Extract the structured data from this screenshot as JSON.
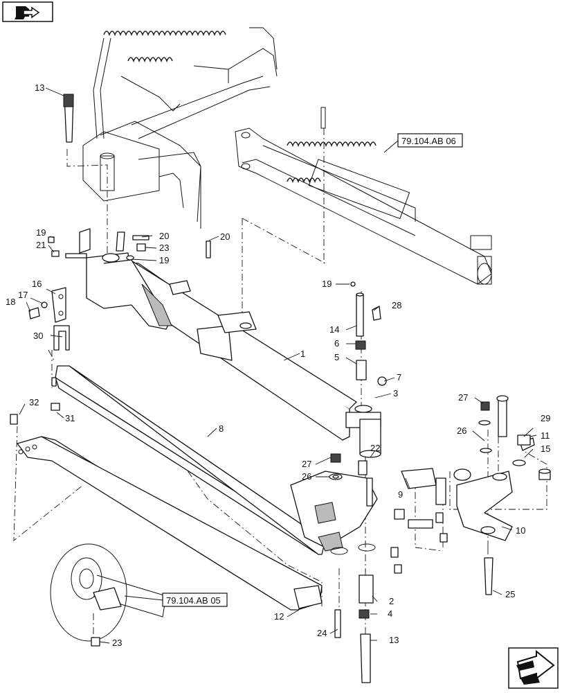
{
  "callouts": {
    "c1": "1",
    "c2": "2",
    "c3": "3",
    "c4": "4",
    "c5": "5",
    "c6": "6",
    "c7": "7",
    "c8": "8",
    "c9": "9",
    "c10": "10",
    "c11": "11",
    "c12": "12",
    "c13a": "13",
    "c13b": "13",
    "c14": "14",
    "c15": "15",
    "c16": "16",
    "c17": "17",
    "c18": "18",
    "c19a": "19",
    "c19b": "19",
    "c19c": "19",
    "c20a": "20",
    "c20b": "20",
    "c21": "21",
    "c22": "22",
    "c23a": "23",
    "c23b": "23",
    "c24": "24",
    "c25": "25",
    "c26a": "26",
    "c26b": "26",
    "c27a": "27",
    "c27b": "27",
    "c28": "28",
    "c29": "29",
    "c30": "30",
    "c31": "31",
    "c32": "32"
  },
  "references": {
    "ref_top": "79.104.AB 06",
    "ref_bottom": "79.104.AB 05"
  },
  "icons": {
    "top_left": "book-arrow-icon",
    "bottom_right": "next-page-arrow-icon"
  }
}
